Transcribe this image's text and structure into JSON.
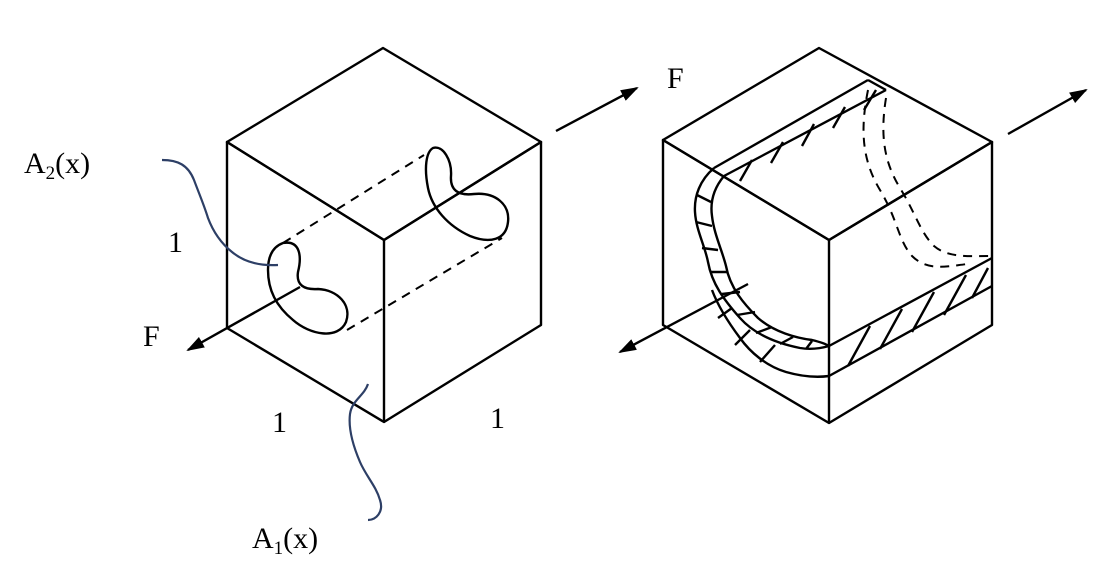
{
  "labels": {
    "a2_main": "A",
    "a2_sub": "2",
    "a2_arg": "(x)",
    "a1_main": "A",
    "a1_sub": "1",
    "a1_arg": "(x)",
    "force_left": "F",
    "force_right": "F",
    "len_left": "1",
    "len_bottom_left": "1",
    "len_bottom_right": "1"
  },
  "colors": {
    "ink": "#000000",
    "pointer": "#2d3f66"
  }
}
